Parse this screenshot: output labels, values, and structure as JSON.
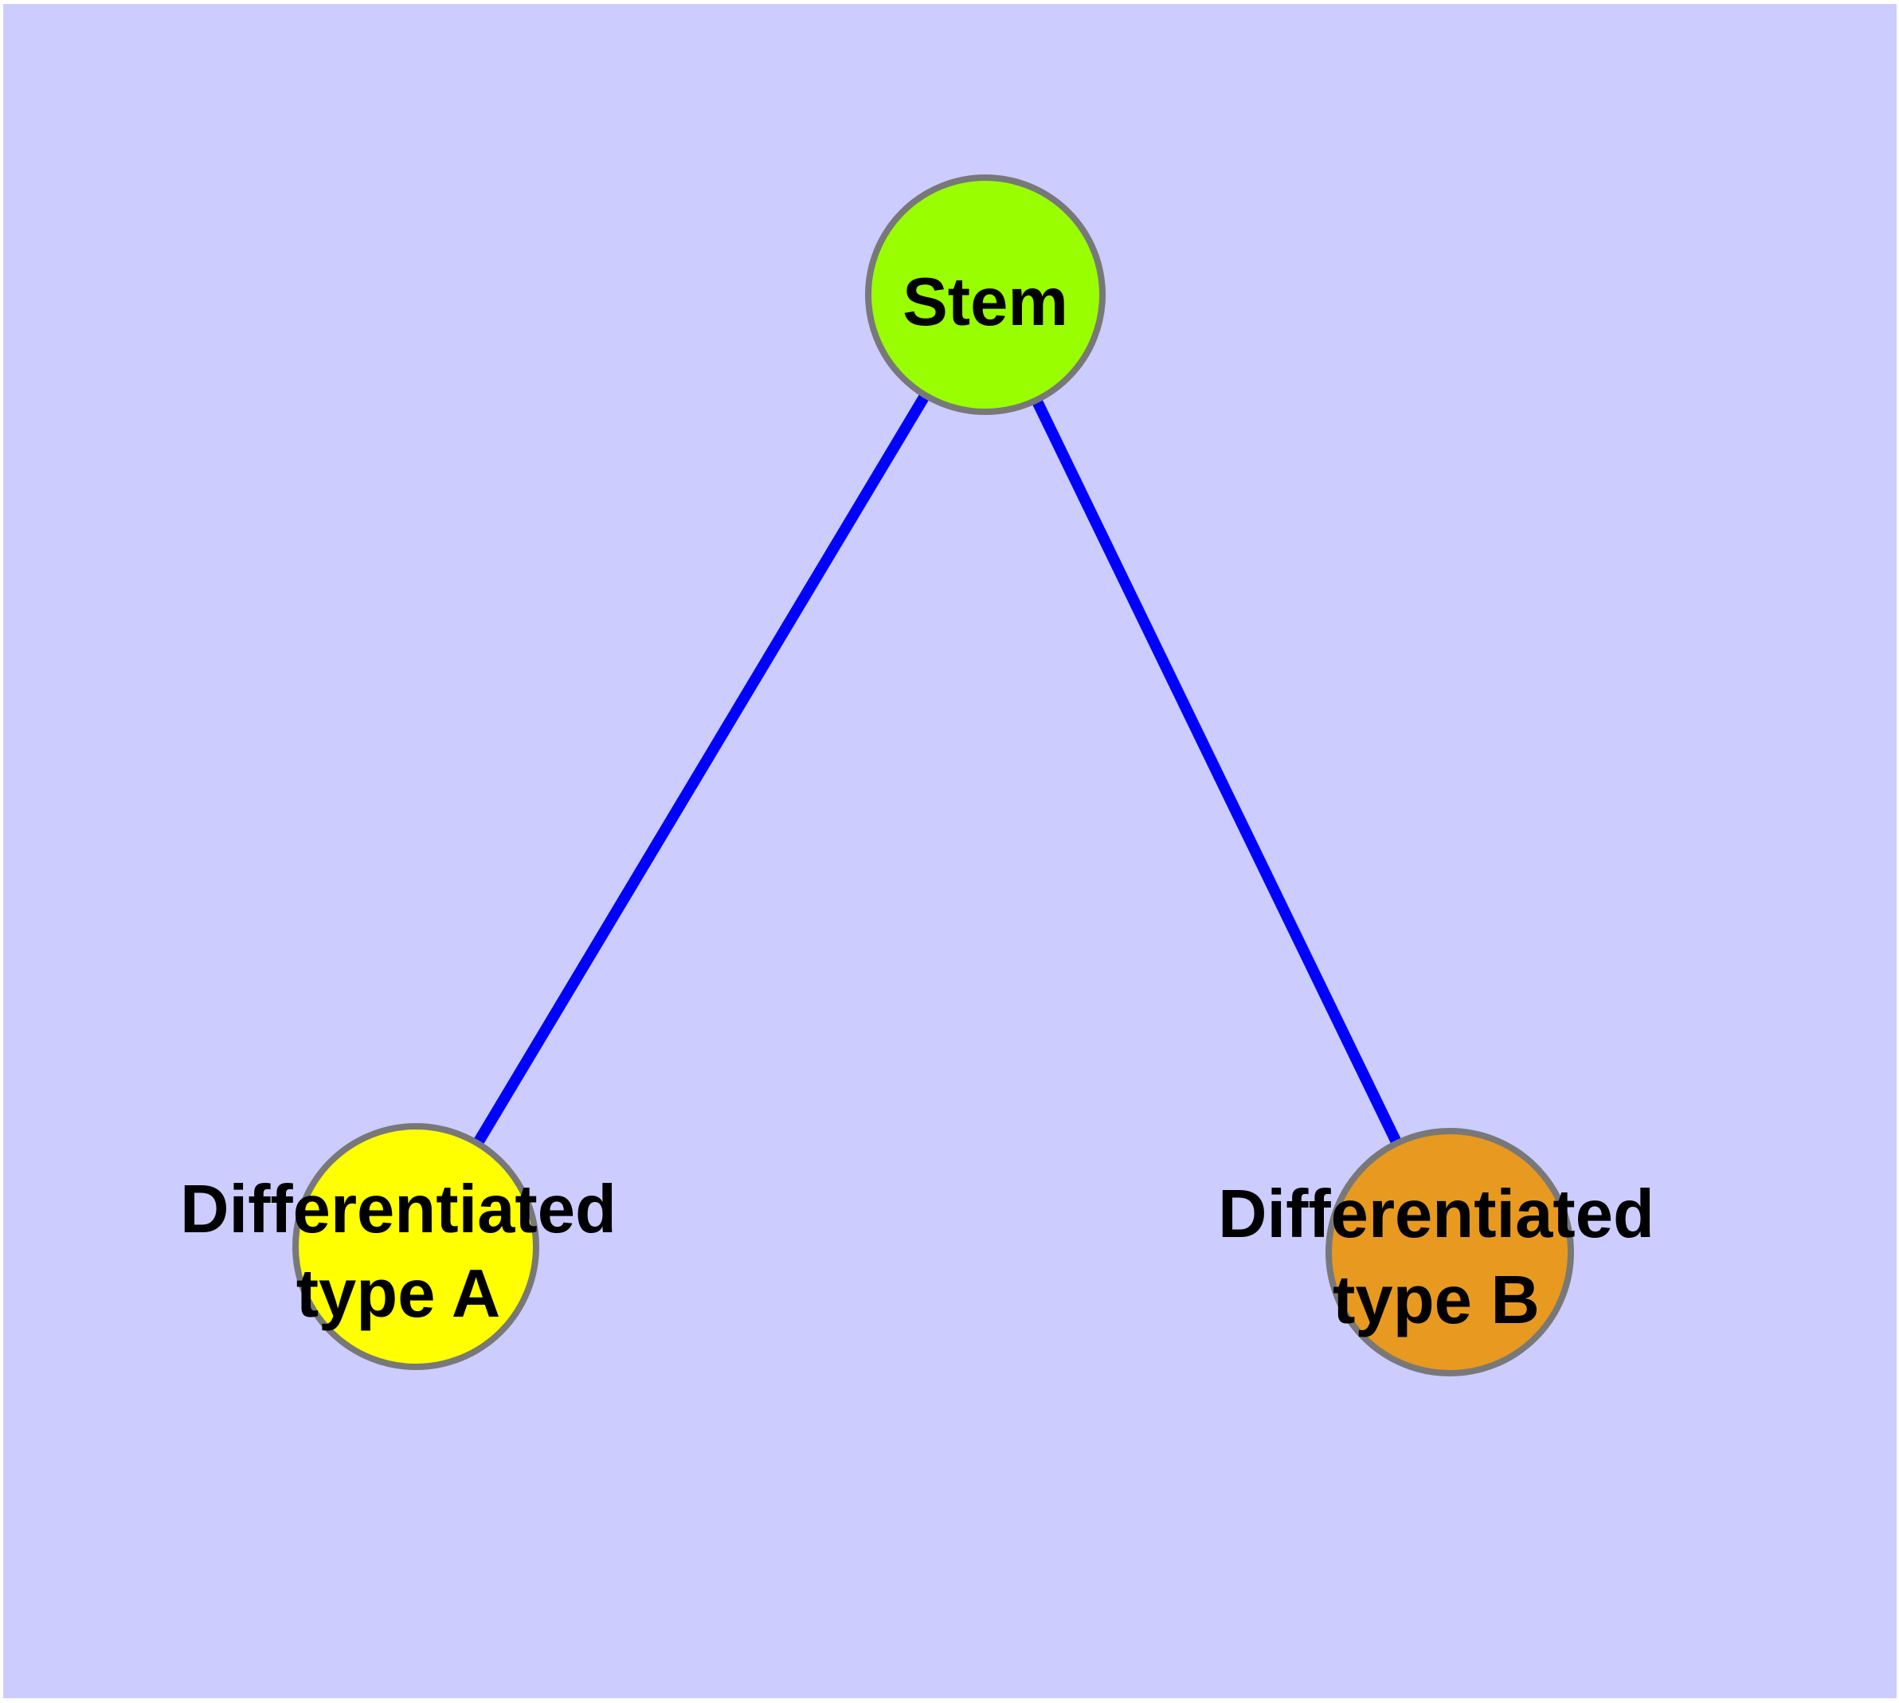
{
  "diagram": {
    "type": "graph",
    "background_color": "#CCCCFF",
    "page_margin_color": "#FFFFFF",
    "edge_color": "#0000FF",
    "node_border_color": "#787878",
    "label_color": "#000000",
    "nodes": [
      {
        "id": "stem",
        "label": "Stem",
        "fill": "#99FF00"
      },
      {
        "id": "type_a",
        "label": "Differentiated type A",
        "label_line1": "Differentiated",
        "label_line2": "type A",
        "fill": "#FFFF00"
      },
      {
        "id": "type_b",
        "label": "Differentiated type B",
        "label_line1": "Differentiated",
        "label_line2": "type B",
        "fill": "#E8991F"
      }
    ],
    "edges": [
      {
        "from": "Stem",
        "to": "Differentiated type A"
      },
      {
        "from": "Stem",
        "to": "Differentiated type B"
      }
    ]
  }
}
